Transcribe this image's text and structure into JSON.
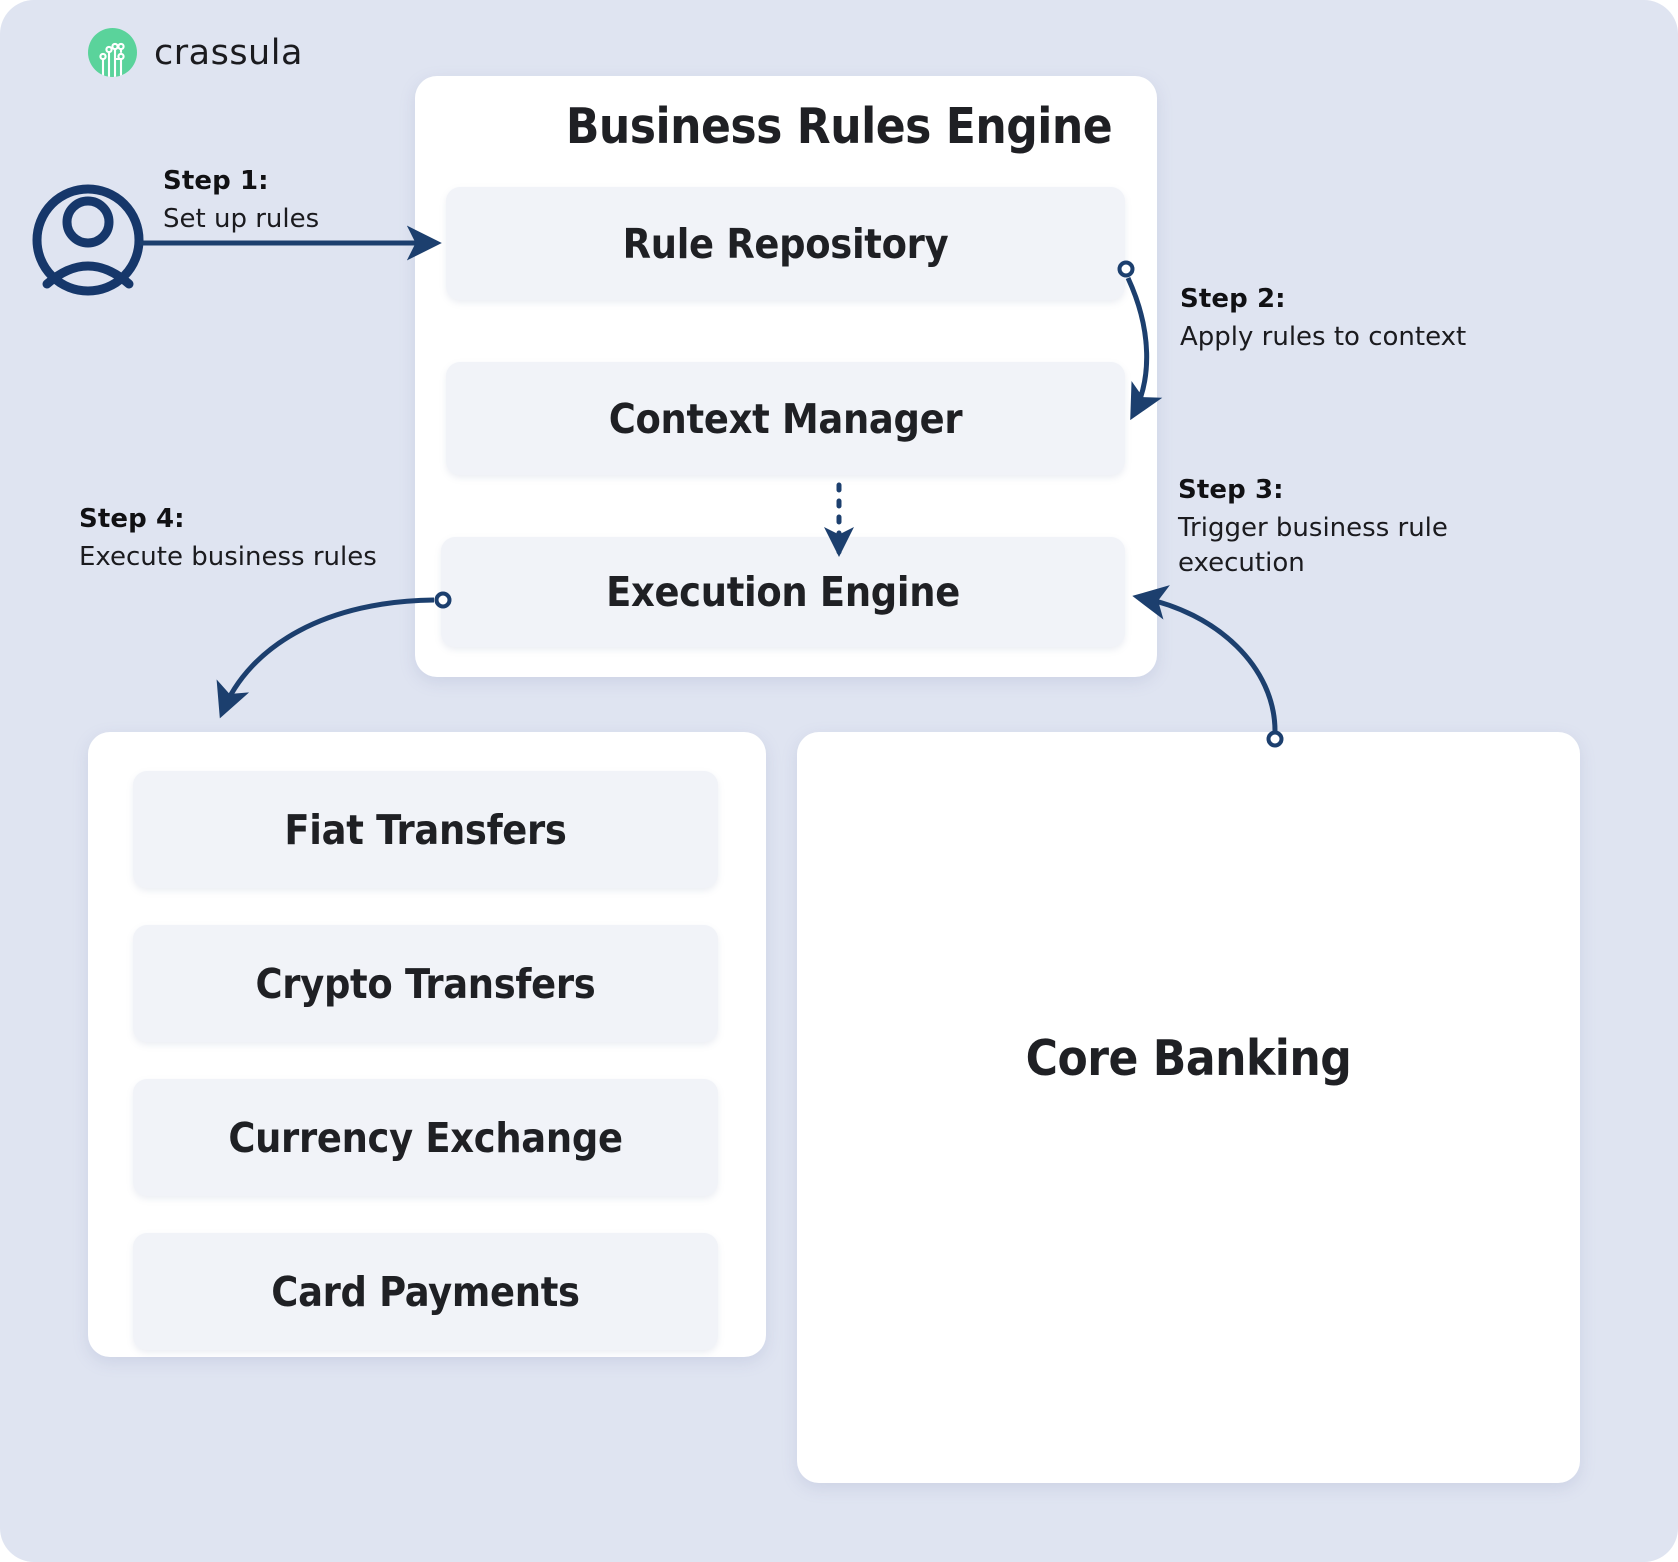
{
  "brand": {
    "name": "crassula",
    "logo_icon": "circuit-icon",
    "accent_color": "#5ad39b"
  },
  "colors": {
    "background": "#dfe4f1",
    "panel": "#ffffff",
    "card": "#f1f3f8",
    "arrow": "#1c3f6e",
    "text": "#1f2024"
  },
  "bre": {
    "title": "Business Rules Engine",
    "cards": [
      {
        "label": "Rule Repository"
      },
      {
        "label": "Context Manager"
      },
      {
        "label": "Execution Engine"
      }
    ]
  },
  "services": {
    "cards": [
      {
        "label": "Fiat Transfers"
      },
      {
        "label": "Crypto Transfers"
      },
      {
        "label": "Currency Exchange"
      },
      {
        "label": "Card Payments"
      }
    ]
  },
  "core_banking": {
    "title": "Core Banking"
  },
  "actor": {
    "icon": "user-avatar-icon"
  },
  "steps": [
    {
      "title": "Step 1:",
      "desc": "Set up rules"
    },
    {
      "title": "Step 2:",
      "desc": "Apply rules to context"
    },
    {
      "title": "Step 3:",
      "desc": "Trigger business rule execution"
    },
    {
      "title": "Step 4:",
      "desc": "Execute business rules"
    }
  ]
}
